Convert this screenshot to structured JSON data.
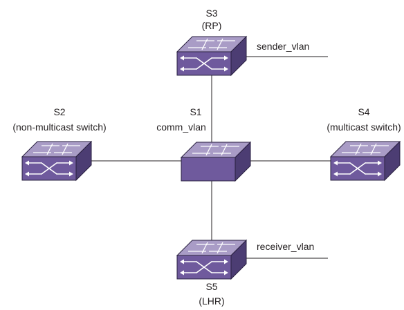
{
  "colors": {
    "switch_top": "#a99cc6",
    "switch_front": "#6f5a9d",
    "switch_side": "#4c3d73",
    "switch_outline": "#2a2140",
    "glyph": "#ffffff",
    "line": "#231f20"
  },
  "switches": [
    {
      "id": "s3",
      "name": "S3",
      "role": "(RP)",
      "icon": "switch-icon",
      "arrows": true
    },
    {
      "id": "s2",
      "name": "S2",
      "role": "(non-multicast switch)",
      "icon": "switch-icon",
      "arrows": true
    },
    {
      "id": "s1",
      "name": "S1",
      "role": "comm_vlan",
      "icon": "switch-icon",
      "arrows": false
    },
    {
      "id": "s4",
      "name": "S4",
      "role": "(multicast switch)",
      "icon": "switch-icon",
      "arrows": true
    },
    {
      "id": "s5",
      "name": "S5",
      "role": "(LHR)",
      "icon": "switch-icon",
      "arrows": true
    }
  ],
  "vlans": {
    "sender": "sender_vlan",
    "receiver": "receiver_vlan"
  }
}
